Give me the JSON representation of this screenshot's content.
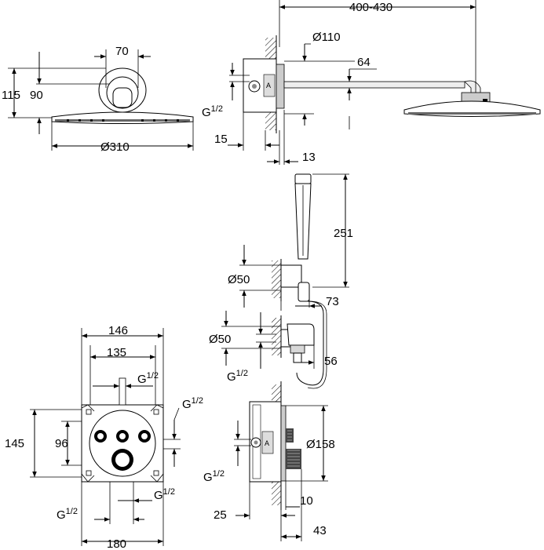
{
  "drawing": {
    "head_front": {
      "width": "70",
      "height_total": "115",
      "height_head": "90",
      "diameter": "Ø310"
    },
    "head_side": {
      "reach": "400-430",
      "diameter": "Ø110",
      "arm": "64",
      "thread": "G",
      "thread_frac": "1/2",
      "offset": "15",
      "wall": "13"
    },
    "hand_shower": {
      "length": "251",
      "holder_diameter": "Ø50",
      "holder_depth": "73",
      "outlet_diameter": "Ø50",
      "thread": "G",
      "thread_frac": "1/2",
      "outlet_depth": "56"
    },
    "valve_front": {
      "width_box": "146",
      "width_inner": "135",
      "thread_top": "G",
      "thread_top_frac": "1/2",
      "thread_right": "G",
      "thread_right_frac": "1/2",
      "height_box": "145",
      "height_inner": "96",
      "thread_bottom": "G",
      "thread_bottom_frac": "1/2",
      "thread_left": "G",
      "thread_left_frac": "1/2",
      "width_plate": "180"
    },
    "valve_side": {
      "diameter": "Ø158",
      "thread": "G",
      "thread_frac": "1/2",
      "depth_box": "25",
      "projection": "10",
      "knob": "43"
    }
  }
}
